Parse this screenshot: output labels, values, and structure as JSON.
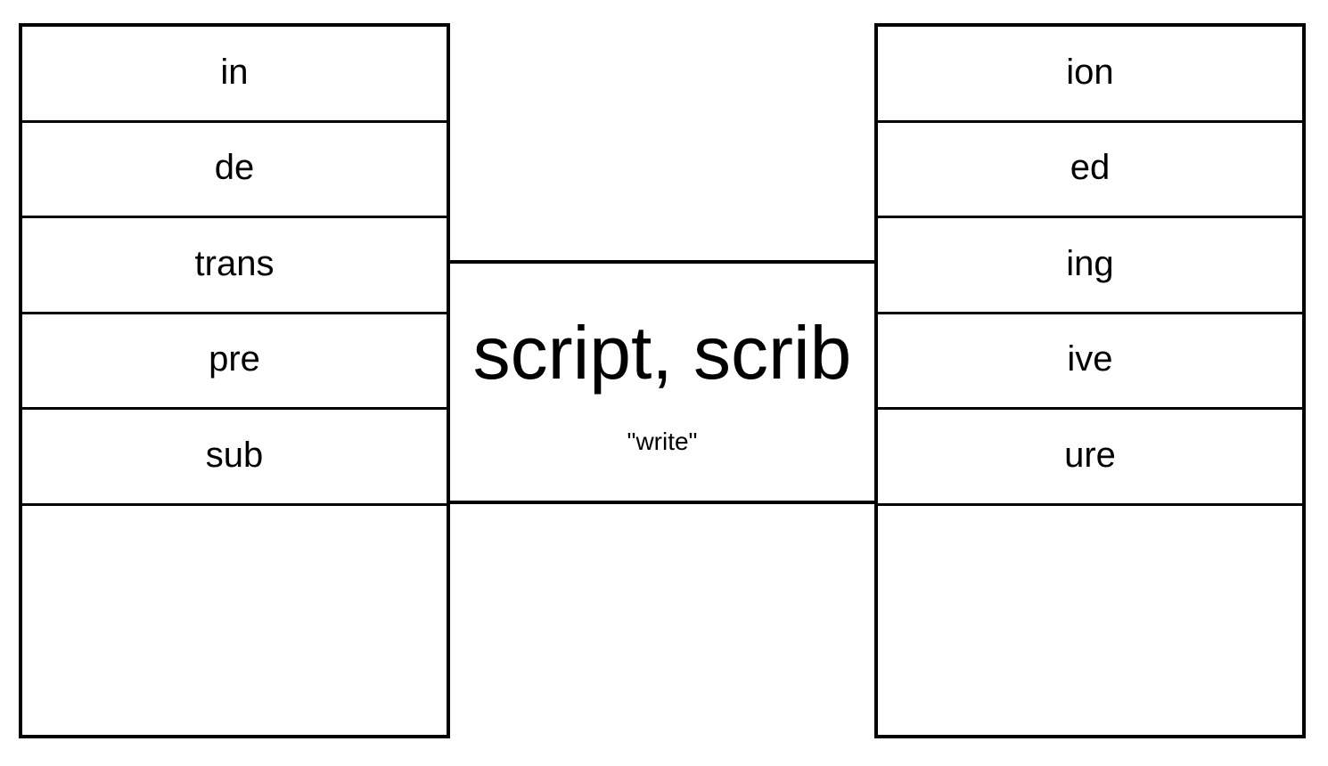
{
  "diagram": {
    "type": "word-root-builder",
    "prefixes": [
      "in",
      "de",
      "trans",
      "pre",
      "sub"
    ],
    "root": {
      "text": "script, scrib",
      "meaning": "\"write\""
    },
    "suffixes": [
      "ion",
      "ed",
      "ing",
      "ive",
      "ure"
    ]
  }
}
